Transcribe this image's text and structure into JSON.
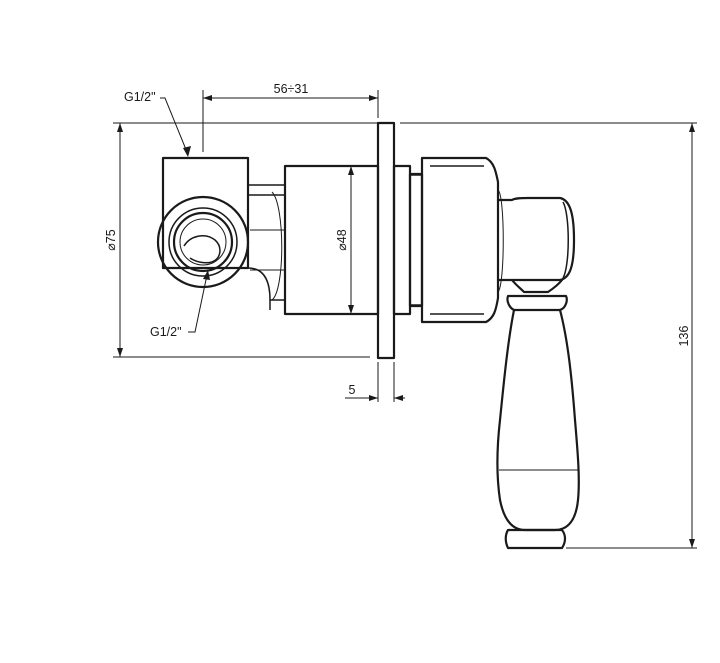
{
  "dimensions": {
    "inlet_top": "G1/2\"",
    "inlet_side": "G1/2\"",
    "depth_range": "56÷31",
    "body_diameter": "⌀75",
    "sleeve_diameter": "⌀48",
    "plate_thickness": "5",
    "overall_height": "136"
  },
  "colors": {
    "line": "#1a1a1a",
    "background": "#ffffff"
  }
}
